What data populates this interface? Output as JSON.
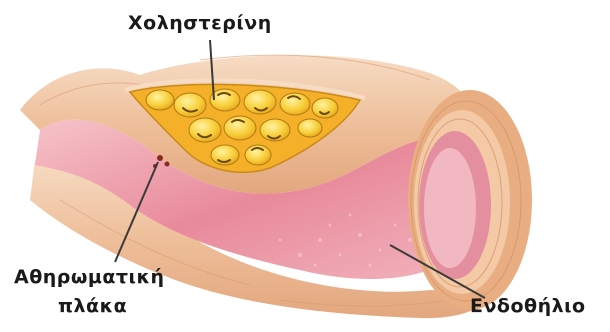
{
  "labels": {
    "cholesterol": "Χοληστερίνη",
    "plaque_line1": "Αθηρωματική",
    "plaque_line2": "πλάκα",
    "endothelium": "Ενδοθήλιο"
  },
  "colors": {
    "vessel_wall": "#f0c6a4",
    "intima": "#e8879a",
    "lumen": "#f3a9b6",
    "cholesterol_core": "#f6b52e",
    "cholesterol_droplet": "#f9d34a",
    "pointer_line": "#3a3a3a"
  }
}
